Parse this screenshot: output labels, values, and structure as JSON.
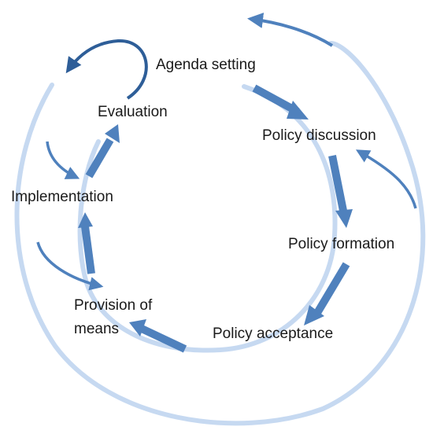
{
  "diagram": {
    "stages": {
      "agenda": "Agenda setting",
      "discussion": "Policy discussion",
      "formation": "Policy formation",
      "acceptance": "Policy acceptance",
      "provision_line1": "Provision of",
      "provision_line2": "means",
      "implementation": "Implementation",
      "evaluation": "Evaluation"
    },
    "colors": {
      "outer_ring": "#c6d9f1",
      "inner_ring": "#c6d9f1",
      "arrow": "#4f81bd",
      "feedback_dark": "#2e5e98"
    }
  }
}
